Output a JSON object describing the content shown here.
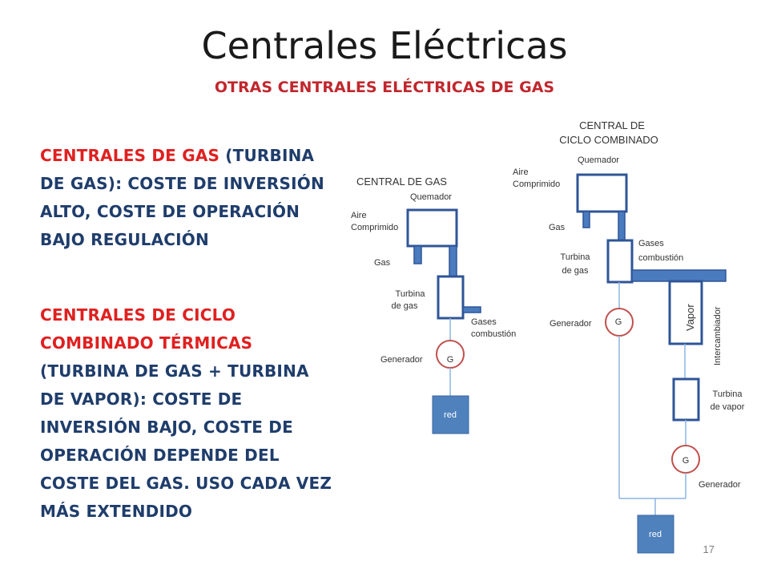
{
  "slide": {
    "title": "Centrales Eléctricas",
    "subtitle": "OTRAS CENTRALES ELÉCTRICAS DE GAS",
    "page_number": "17"
  },
  "text": {
    "block1_red": "CENTRALES DE GAS",
    "block1_rest": " (TURBINA DE GAS): COSTE DE INVERSIÓN ALTO, COSTE DE OPERACIÓN BAJO REGULACIÓN",
    "block2_red": "CENTRALES DE CICLO COMBINADO TÉRMICAS",
    "block2_rest": " (TURBINA DE GAS + TURBINA DE VAPOR): COSTE DE INVERSIÓN BAJO, COSTE DE OPERACIÓN DEPENDE DEL COSTE DEL GAS. USO CADA VEZ MÁS EXTENDIDO"
  },
  "diagram_gas": {
    "heading": "CENTRAL DE GAS",
    "quemador": "Quemador",
    "aire_line1": "Aire",
    "aire_line2": "Comprimido",
    "gas": "Gas",
    "turbina_line1": "Turbina",
    "turbina_line2": "de gas",
    "gases_line1": "Gases",
    "gases_line2": "combustión",
    "generador": "Generador",
    "g_symbol": "G",
    "red": "red"
  },
  "diagram_combined": {
    "heading_line1": "CENTRAL DE",
    "heading_line2": "CICLO COMBINADO",
    "quemador": "Quemador",
    "aire_line1": "Aire",
    "aire_line2": "Comprimido",
    "gas": "Gas",
    "gases_line1": "Gases",
    "gases_line2": "combustión",
    "turbina_gas_line1": "Turbina",
    "turbina_gas_line2": "de gas",
    "generador1": "Generador",
    "g_symbol1": "G",
    "vapor": "Vapor",
    "intercambiador": "Intercambiador",
    "turbina_vapor_line1": "Turbina",
    "turbina_vapor_line2": "de vapor",
    "g_symbol2": "G",
    "generador2": "Generador",
    "red": "red"
  },
  "colors": {
    "title": "#1a1a1a",
    "subtitle_red": "#c0272d",
    "body_blue": "#1f3d6b",
    "body_red": "#e02020",
    "component_outline": "#2f5597",
    "component_fill": "#4a7bbf",
    "generator_outline": "#c0504d",
    "red_box": "#4f81bd",
    "wire": "#8eb4e3"
  }
}
